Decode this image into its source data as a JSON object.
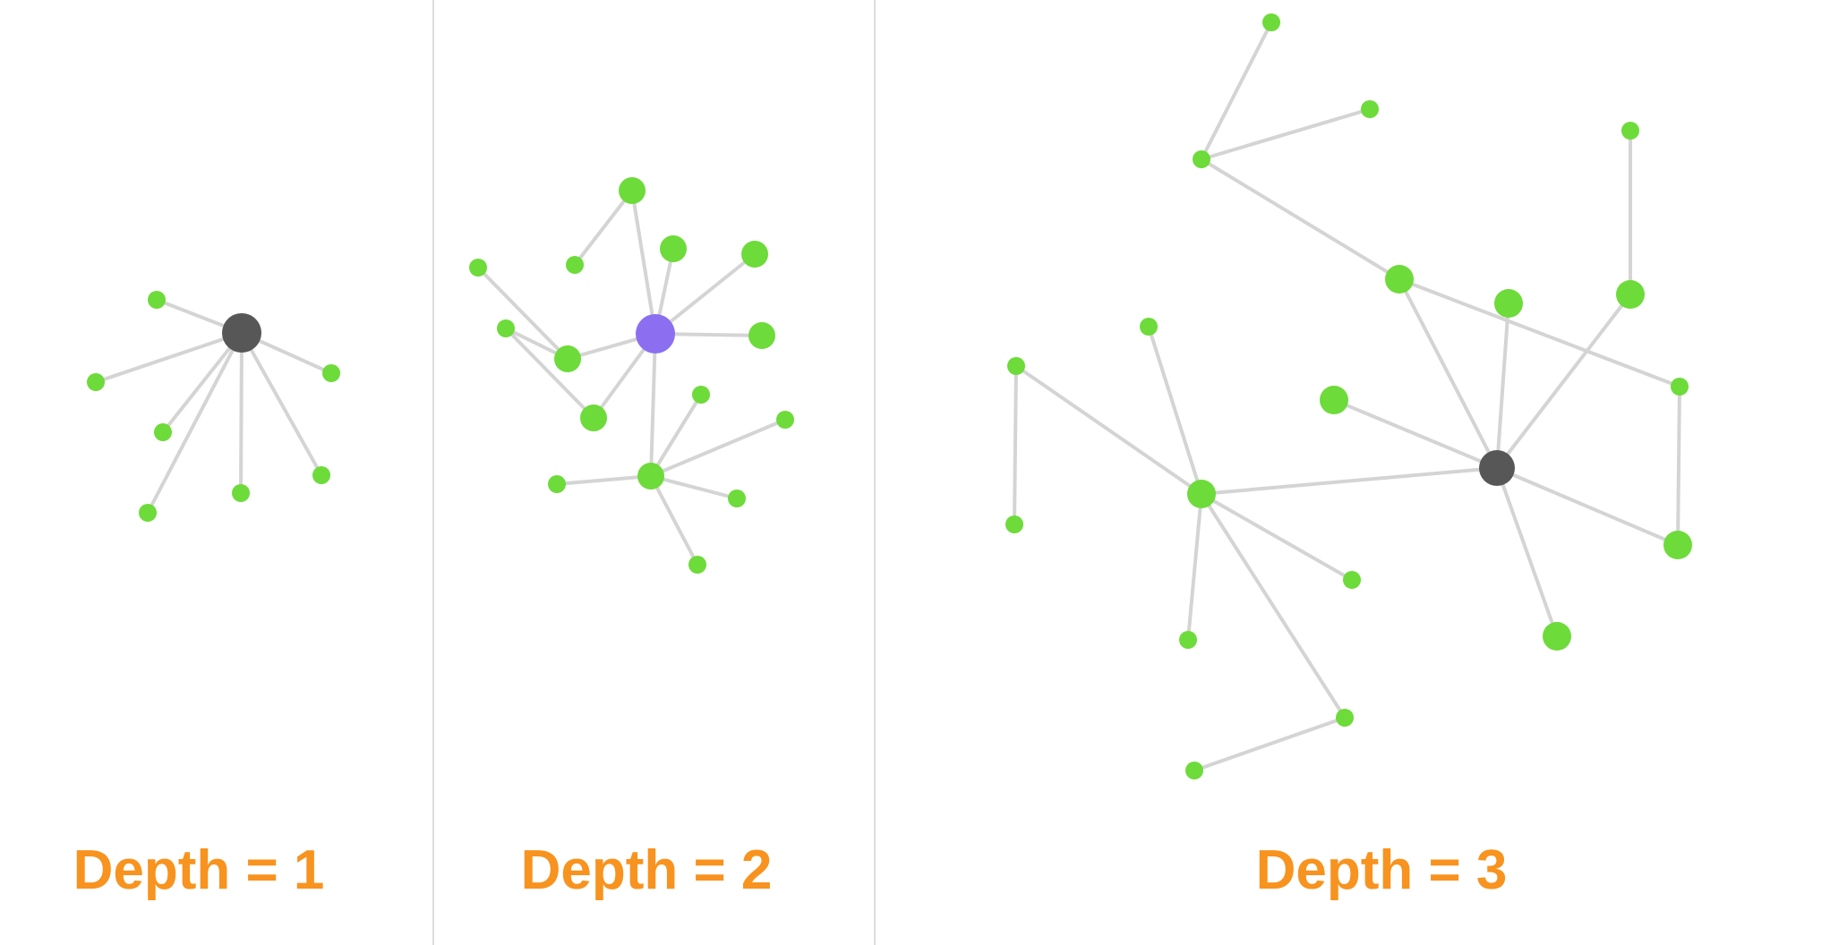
{
  "colors": {
    "leaf": "#6ddb3a",
    "root": "#575757",
    "focus": "#8b6ff0",
    "edge": "#d4d4d4",
    "label": "#f7931e"
  },
  "panels": [
    {
      "label": "Depth = 1",
      "center_node": "root"
    },
    {
      "label": "Depth = 2",
      "center_node": "focus"
    },
    {
      "label": "Depth = 3",
      "center_node": "root"
    }
  ]
}
